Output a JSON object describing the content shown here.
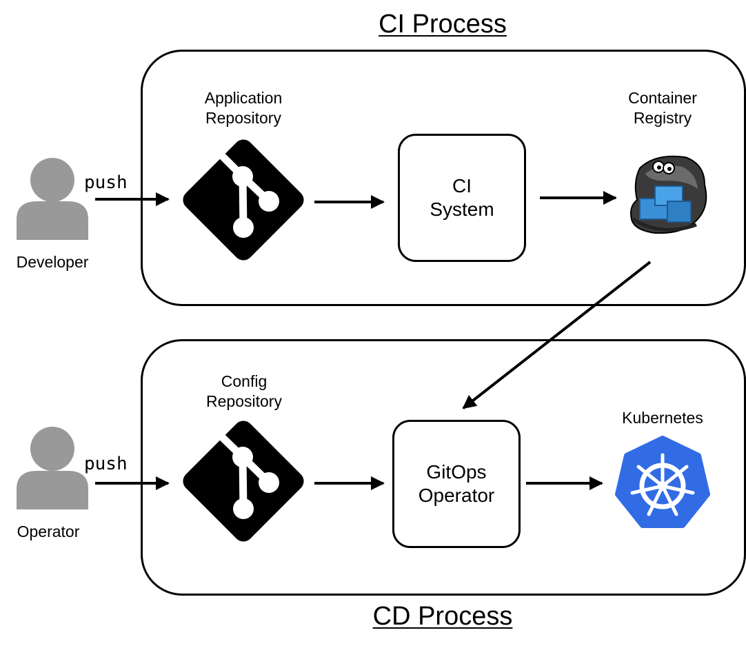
{
  "ci": {
    "title": "CI Process",
    "app_repo": {
      "line1": "Application",
      "line2": "Repository"
    },
    "ci_system": {
      "line1": "CI",
      "line2": "System"
    },
    "registry": {
      "line1": "Container",
      "line2": "Registry"
    }
  },
  "cd": {
    "title": "CD Process",
    "config_repo": {
      "line1": "Config",
      "line2": "Repository"
    },
    "operator_node": {
      "line1": "GitOps",
      "line2": "Operator"
    },
    "kubernetes": "Kubernetes"
  },
  "actors": {
    "developer": {
      "label": "Developer",
      "action": "push"
    },
    "operator": {
      "label": "Operator",
      "action": "push"
    }
  },
  "colors": {
    "person": "#999999",
    "kubernetes": "#326ce5",
    "container": "#3b8fd6",
    "stroke": "#000000"
  },
  "icons": {
    "person": "person-icon",
    "git": "git-icon",
    "registry": "harbor-registry-icon",
    "kubernetes": "kubernetes-icon"
  }
}
